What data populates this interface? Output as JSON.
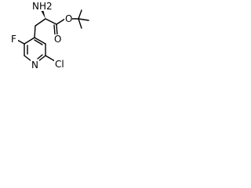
{
  "structure": {
    "atoms": {
      "amine": "NH2",
      "ester_oxygen_carbonyl": "O",
      "ester_oxygen_ether": "O",
      "fluorine": "F",
      "ring_nitrogen": "N",
      "chlorine": "Cl"
    },
    "stereo_bond": "wedge",
    "ink_color": "#000000",
    "background_color": "#ffffff"
  }
}
